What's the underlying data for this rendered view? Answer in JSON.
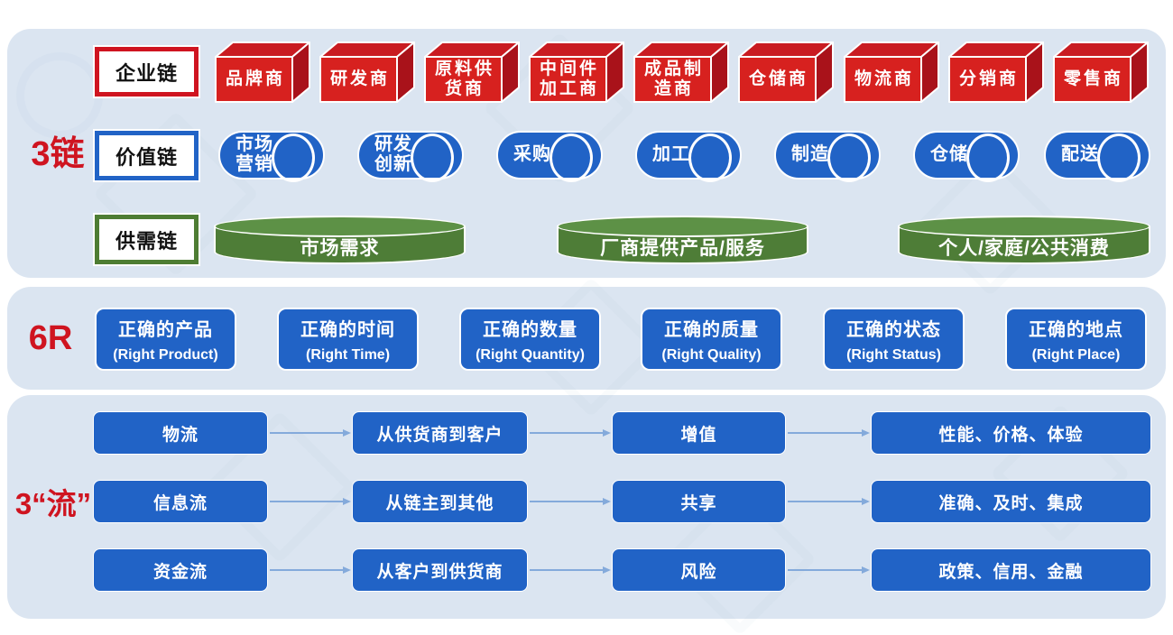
{
  "colors": {
    "panel_bg": "#dbe5f1",
    "red": "#d7211f",
    "red_top": "#c91b21",
    "red_side": "#a9121a",
    "red_label": "#cf1420",
    "blue": "#2163c6",
    "green_body": "#4e7d37",
    "green_top": "#5d9146",
    "green_border": "#4e7d33",
    "arrow": "#84aadb",
    "text_dark": "#111111"
  },
  "sections": {
    "chains": {
      "label": "3链",
      "enterprise": {
        "tag": "企业链",
        "items": [
          {
            "line1": "品牌商",
            "line2": ""
          },
          {
            "line1": "研发商",
            "line2": ""
          },
          {
            "line1": "原料供",
            "line2": "货商"
          },
          {
            "line1": "中间件",
            "line2": "加工商"
          },
          {
            "line1": "成品制",
            "line2": "造商"
          },
          {
            "line1": "仓储商",
            "line2": ""
          },
          {
            "line1": "物流商",
            "line2": ""
          },
          {
            "line1": "分销商",
            "line2": ""
          },
          {
            "line1": "零售商",
            "line2": ""
          }
        ]
      },
      "value": {
        "tag": "价值链",
        "items": [
          {
            "line1": "市场",
            "line2": "营销"
          },
          {
            "line1": "研发",
            "line2": "创新"
          },
          {
            "line1": "采购",
            "line2": ""
          },
          {
            "line1": "加工",
            "line2": ""
          },
          {
            "line1": "制造",
            "line2": ""
          },
          {
            "line1": "仓储",
            "line2": ""
          },
          {
            "line1": "配送",
            "line2": ""
          }
        ]
      },
      "supply_demand": {
        "tag": "供需链",
        "items": [
          "市场需求",
          "厂商提供产品/服务",
          "个人/家庭/公共消费"
        ]
      }
    },
    "six_r": {
      "label": "6R",
      "items": [
        {
          "cn": "正确的产品",
          "en": "(Right Product)"
        },
        {
          "cn": "正确的时间",
          "en": "(Right Time)"
        },
        {
          "cn": "正确的数量",
          "en": "(Right Quantity)"
        },
        {
          "cn": "正确的质量",
          "en": "(Right Quality)"
        },
        {
          "cn": "正确的状态",
          "en": "(Right Status)"
        },
        {
          "cn": "正确的地点",
          "en": "(Right Place)"
        }
      ]
    },
    "flows": {
      "label": "3“流”",
      "rows": [
        {
          "cells": [
            "物流",
            "从供货商到客户",
            "增值",
            "性能、价格、体验"
          ]
        },
        {
          "cells": [
            "信息流",
            "从链主到其他",
            "共享",
            "准确、及时、集成"
          ]
        },
        {
          "cells": [
            "资金流",
            "从客户到供货商",
            "风险",
            "政策、信用、金融"
          ]
        }
      ]
    }
  }
}
